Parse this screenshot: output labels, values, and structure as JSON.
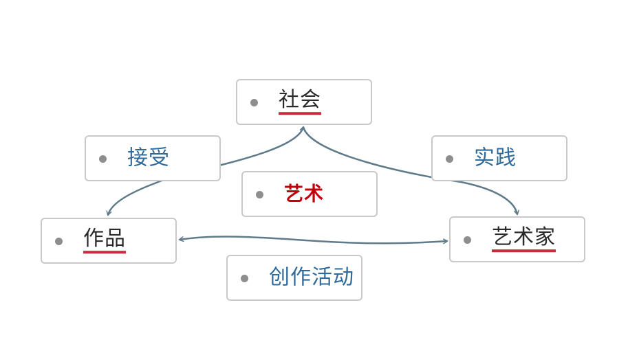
{
  "nodes": {
    "society": {
      "label": "社会"
    },
    "reception": {
      "label": "接受"
    },
    "practice": {
      "label": "实践"
    },
    "art": {
      "label": "艺术"
    },
    "work": {
      "label": "作品"
    },
    "artist": {
      "label": "艺术家"
    },
    "creation": {
      "label": "创作活动"
    }
  },
  "colors": {
    "connector": "#5f7a89",
    "node_border": "#c9c9c9",
    "bullet": "#8e8e8e",
    "text_dark": "#2a2a2a",
    "text_blue": "#2e6a9b",
    "text_red": "#c0000b",
    "underline_red": "#c62d3a"
  },
  "connectors": [
    {
      "name": "society-to-work-arrow",
      "from": "society",
      "to": "work"
    },
    {
      "name": "society-to-artist-arrow",
      "from": "society",
      "to": "artist"
    },
    {
      "name": "work-artist-double-arrow",
      "from": "work",
      "to": "artist"
    }
  ]
}
